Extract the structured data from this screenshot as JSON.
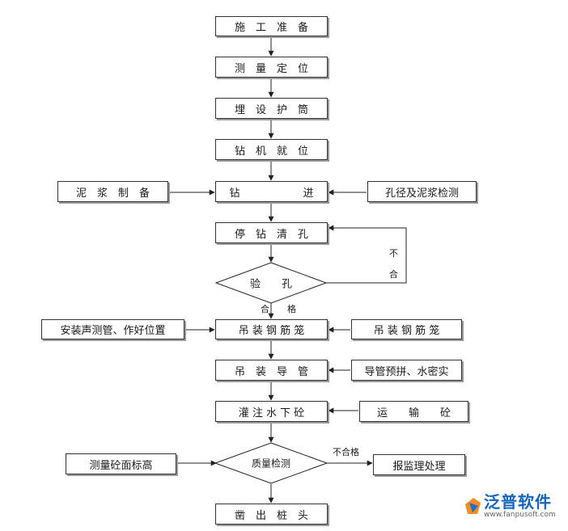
{
  "steps": {
    "prep": "施　工　准　备",
    "survey": "测　量　定　位",
    "casing": "埋　设　护　筒",
    "rig": "钻　机　就　位",
    "drill": "钻　　　　　　进",
    "clean": "停　钻　清　孔",
    "inspect": "验　　孔",
    "cage": "吊 装 钢 筋 笼",
    "pipe": "吊　装　导　管",
    "pour": "灌 注 水 下 砼",
    "quality": "质量检测",
    "cut": "凿　出　桩　头"
  },
  "side": {
    "slurry": "泥　浆　制　备",
    "hole_check": "孔径及泥浆检测",
    "sonic": "安装声测管、作好位置",
    "cage_in": "吊 装 钢 筋 笼",
    "pipe_in": "导管预拼、水密实",
    "transport": "运　　输　　砼",
    "elev": "测量砼面标高",
    "report": "报监理处理"
  },
  "labels": {
    "no": "不",
    "fit": "合",
    "pass": "合　　格",
    "fail": "不合格"
  },
  "logo": {
    "name": "泛普软件",
    "url": "www.fanpusoft.com"
  }
}
